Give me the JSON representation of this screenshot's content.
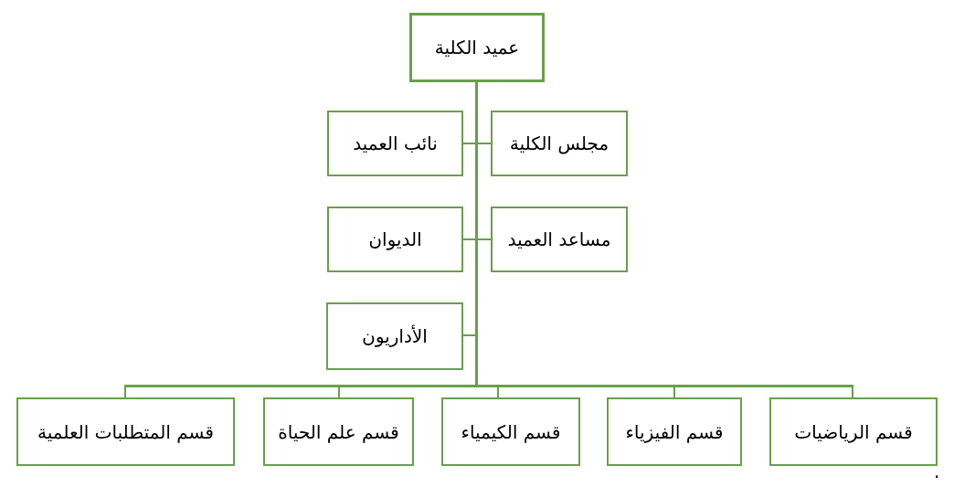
{
  "colors": {
    "line": "#6A9F4B",
    "text": "#000000",
    "background": "#FFFFFF"
  },
  "nodes": {
    "dean": {
      "label": "عميد الكلية"
    },
    "deputy_dean": {
      "label": "نائب العميد"
    },
    "college_council": {
      "label": "مجلس الكلية"
    },
    "diwan": {
      "label": "الديوان"
    },
    "assistant_dean": {
      "label": "مساعد العميد"
    },
    "administrators": {
      "label": "الأداريون"
    },
    "dept_scientific_requirements": {
      "label": "قسم المتطلبات العلمية"
    },
    "dept_life_science": {
      "label": "قسم علم الحياة"
    },
    "dept_chemistry": {
      "label": "قسم الكيمياء"
    },
    "dept_physics": {
      "label": "قسم الفيزياء"
    },
    "dept_mathematics": {
      "label": "قسم الرياضيات"
    }
  },
  "hierarchy": {
    "root": "عميد الكلية",
    "left_branch": [
      "نائب العميد",
      "الديوان",
      "الأداريون"
    ],
    "right_branch": [
      "مجلس الكلية",
      "مساعد العميد"
    ],
    "departments": [
      "قسم المتطلبات العلمية",
      "قسم علم الحياة",
      "قسم الكيمياء",
      "قسم الفيزياء",
      "قسم الرياضيات"
    ]
  },
  "stray_mark": "."
}
